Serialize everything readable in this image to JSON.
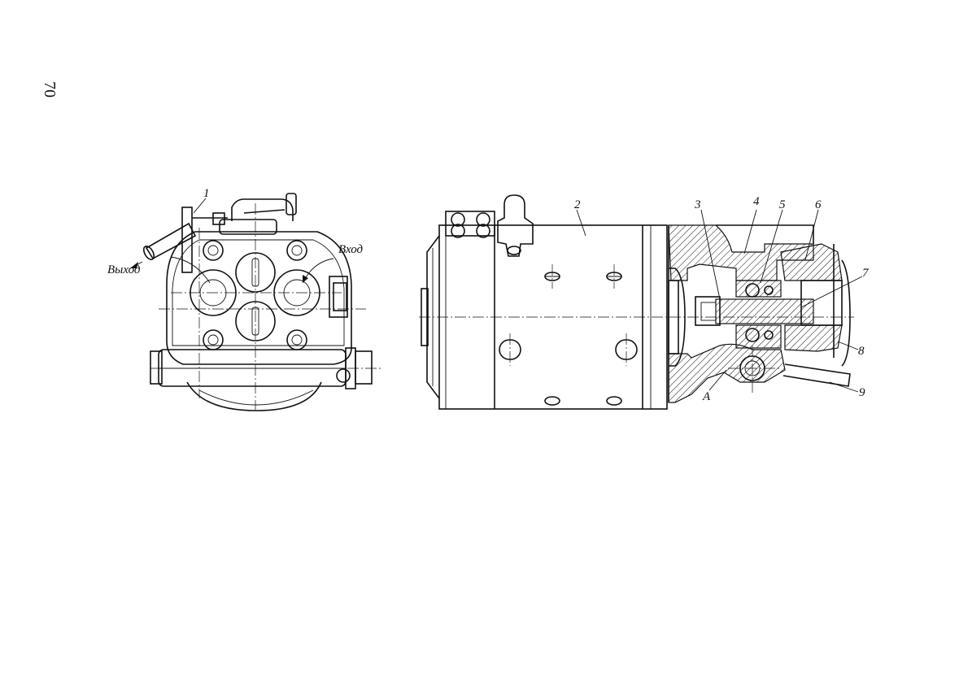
{
  "page": {
    "number": "70"
  },
  "left_view": {
    "callout": "1",
    "outlet_label": "Выход",
    "inlet_label": "Вход"
  },
  "right_view": {
    "callouts": [
      "2",
      "3",
      "4",
      "5",
      "6",
      "7",
      "8",
      "9",
      "A"
    ]
  }
}
